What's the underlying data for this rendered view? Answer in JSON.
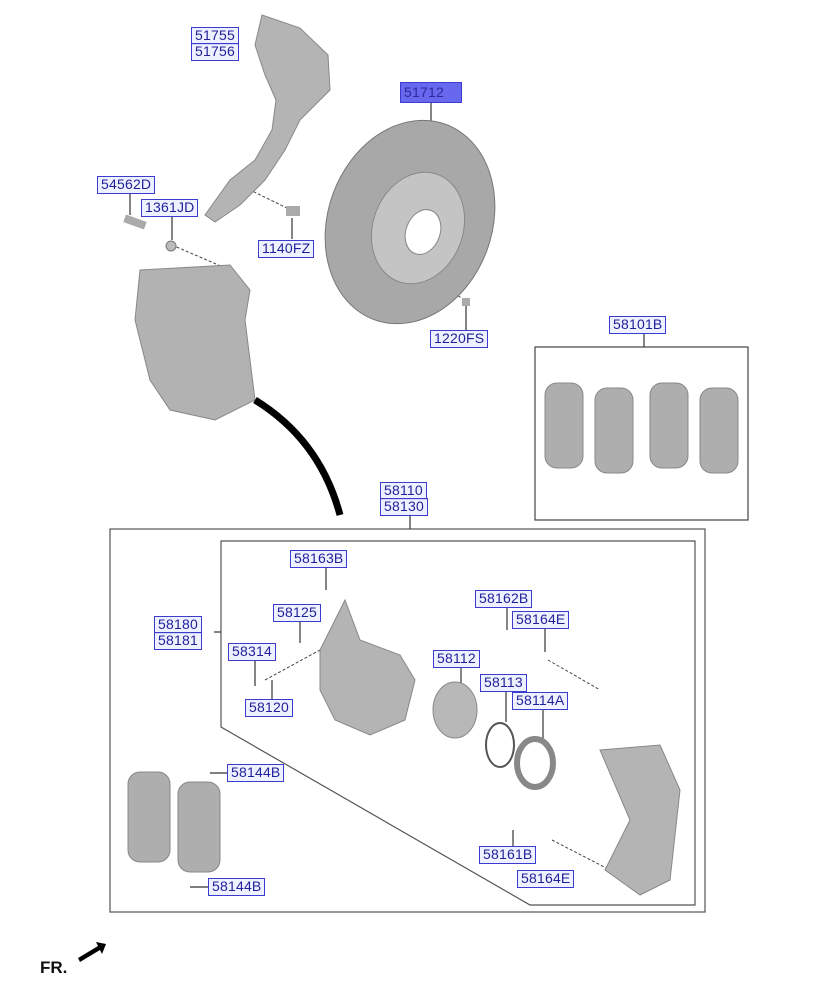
{
  "labels": {
    "p51755": "51755",
    "p51756": "51756",
    "p51712": "51712",
    "p54562D": "54562D",
    "p1361JD": "1361JD",
    "p1140FZ": "1140FZ",
    "p1220FS": "1220FS",
    "p58101B": "58101B",
    "p58110": "58110",
    "p58130": "58130",
    "p58163B": "58163B",
    "p58125": "58125",
    "p58180": "58180",
    "p58181": "58181",
    "p58314": "58314",
    "p58120": "58120",
    "p58162B": "58162B",
    "p58164E_a": "58164E",
    "p58112": "58112",
    "p58113": "58113",
    "p58114A": "58114A",
    "p58144B_a": "58144B",
    "p58161B": "58161B",
    "p58164E_b": "58164E",
    "p58144B_b": "58144B"
  },
  "direction_label": "FR.",
  "colors": {
    "label_border": "#3b3bd0",
    "selected_fill": "#6868ee",
    "part_gray": "#b8b8b8"
  }
}
